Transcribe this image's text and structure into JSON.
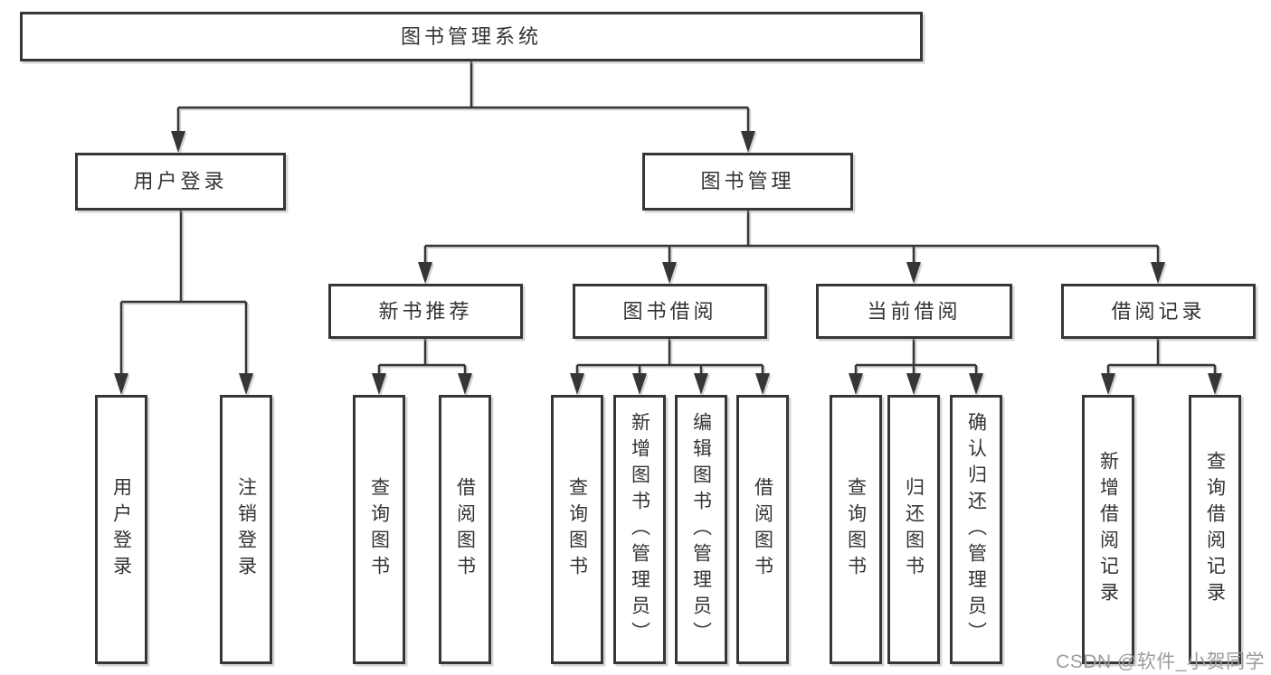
{
  "diagram_title": "图书管理系统",
  "tree": {
    "label": "图书管理系统",
    "children": [
      {
        "label": "用户登录",
        "children": [
          {
            "label": "用户登录"
          },
          {
            "label": "注销登录"
          }
        ]
      },
      {
        "label": "图书管理",
        "children": [
          {
            "label": "新书推荐",
            "children": [
              {
                "label": "查询图书"
              },
              {
                "label": "借阅图书"
              }
            ]
          },
          {
            "label": "图书借阅",
            "children": [
              {
                "label": "查询图书"
              },
              {
                "label": "新增图书（管理员）"
              },
              {
                "label": "编辑图书（管理员）"
              },
              {
                "label": "借阅图书"
              }
            ]
          },
          {
            "label": "当前借阅",
            "children": [
              {
                "label": "查询图书"
              },
              {
                "label": "归还图书"
              },
              {
                "label": "确认归还（管理员）"
              }
            ]
          },
          {
            "label": "借阅记录",
            "children": [
              {
                "label": "新增借阅记录"
              },
              {
                "label": "查询借阅记录"
              }
            ]
          }
        ]
      }
    ]
  },
  "watermark": {
    "text": "CSDN @软件_小贺同学"
  },
  "colors": {
    "background": "#ffffff",
    "box_fill": "#ffffff",
    "box_border": "#363636",
    "line": "#363636",
    "text": "#333333",
    "watermark_text": "#9c9c9c"
  }
}
